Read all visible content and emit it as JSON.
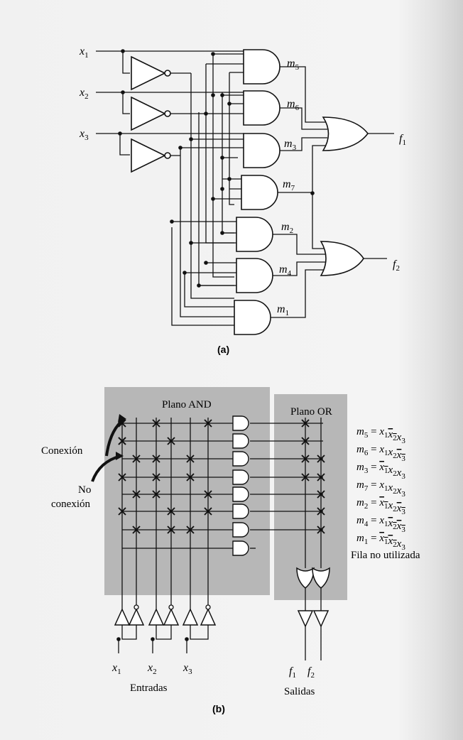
{
  "figure_a": {
    "caption": "(a)",
    "inputs": [
      {
        "name": "x",
        "sub": "1"
      },
      {
        "name": "x",
        "sub": "2"
      },
      {
        "name": "x",
        "sub": "3"
      }
    ],
    "and_gates": [
      {
        "name": "m",
        "sub": "5"
      },
      {
        "name": "m",
        "sub": "6"
      },
      {
        "name": "m",
        "sub": "3"
      },
      {
        "name": "m",
        "sub": "7"
      },
      {
        "name": "m",
        "sub": "2"
      },
      {
        "name": "m",
        "sub": "4"
      },
      {
        "name": "m",
        "sub": "1"
      }
    ],
    "outputs": [
      {
        "name": "f",
        "sub": "1"
      },
      {
        "name": "f",
        "sub": "2"
      }
    ]
  },
  "figure_b": {
    "caption": "(b)",
    "and_plane_label": "Plano AND",
    "or_plane_label": "Plano OR",
    "connection_label": "Conexión",
    "no_connection_label_1": "No",
    "no_connection_label_2": "conexión",
    "inputs_label": "Entradas",
    "outputs_label": "Salidas",
    "unused_row_label": "Fila no utilizada",
    "equations": [
      {
        "m": "5",
        "terms": [
          {
            "v": "1",
            "bar": false
          },
          {
            "v": "2",
            "bar": true
          },
          {
            "v": "3",
            "bar": false
          }
        ]
      },
      {
        "m": "6",
        "terms": [
          {
            "v": "1",
            "bar": false
          },
          {
            "v": "2",
            "bar": false
          },
          {
            "v": "3",
            "bar": true
          }
        ]
      },
      {
        "m": "3",
        "terms": [
          {
            "v": "1",
            "bar": true
          },
          {
            "v": "2",
            "bar": false
          },
          {
            "v": "3",
            "bar": false
          }
        ]
      },
      {
        "m": "7",
        "terms": [
          {
            "v": "1",
            "bar": false
          },
          {
            "v": "2",
            "bar": false
          },
          {
            "v": "3",
            "bar": false
          }
        ]
      },
      {
        "m": "2",
        "terms": [
          {
            "v": "1",
            "bar": true
          },
          {
            "v": "2",
            "bar": false
          },
          {
            "v": "3",
            "bar": true
          }
        ]
      },
      {
        "m": "4",
        "terms": [
          {
            "v": "1",
            "bar": false
          },
          {
            "v": "2",
            "bar": true
          },
          {
            "v": "3",
            "bar": true
          }
        ]
      },
      {
        "m": "1",
        "terms": [
          {
            "v": "1",
            "bar": true
          },
          {
            "v": "2",
            "bar": true
          },
          {
            "v": "3",
            "bar": false
          }
        ]
      }
    ],
    "input_labels": [
      {
        "name": "x",
        "sub": "1"
      },
      {
        "name": "x",
        "sub": "2"
      },
      {
        "name": "x",
        "sub": "3"
      }
    ],
    "output_labels": [
      {
        "name": "f",
        "sub": "1"
      },
      {
        "name": "f",
        "sub": "2"
      }
    ],
    "and_connections": [
      [
        0,
        5,
        8
      ],
      [
        0,
        3,
        6
      ],
      [
        1,
        2,
        4
      ],
      [
        0,
        2,
        4
      ],
      [
        1,
        2,
        5
      ],
      [
        0,
        3,
        5
      ],
      [
        1,
        3,
        4
      ]
    ],
    "or_connections": [
      [
        0
      ],
      [
        0
      ],
      [
        0,
        1
      ],
      [
        0,
        1
      ],
      [
        1
      ],
      [
        1
      ],
      [
        1
      ]
    ]
  }
}
